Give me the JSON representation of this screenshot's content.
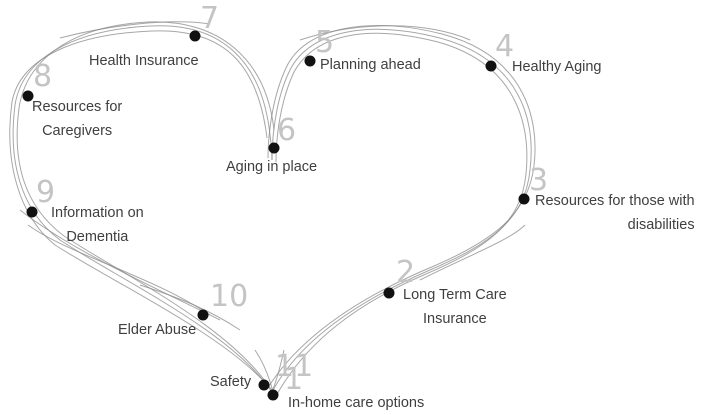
{
  "nodes": [
    {
      "number": "1",
      "lines": [
        "In-home care options"
      ]
    },
    {
      "number": "2",
      "lines": [
        "Long Term Care",
        "Insurance"
      ]
    },
    {
      "number": "3",
      "lines": [
        "Resources for those with",
        "disabilities"
      ]
    },
    {
      "number": "4",
      "lines": [
        "Healthy Aging"
      ]
    },
    {
      "number": "5",
      "lines": [
        "Planning ahead"
      ]
    },
    {
      "number": "6",
      "lines": [
        "Aging in place"
      ]
    },
    {
      "number": "7",
      "lines": [
        "Health Insurance"
      ]
    },
    {
      "number": "8",
      "lines": [
        "Resources for",
        "Caregivers"
      ]
    },
    {
      "number": "9",
      "lines": [
        "Information on",
        "Dementia"
      ]
    },
    {
      "number": "10",
      "lines": [
        "Elder Abuse"
      ]
    },
    {
      "number": "11",
      "lines": [
        "Safety"
      ]
    }
  ],
  "colors": {
    "stroke": "#8a8a8a",
    "dot": "#111111",
    "label": "#3f3f3f",
    "number": "#c4c4c4"
  }
}
